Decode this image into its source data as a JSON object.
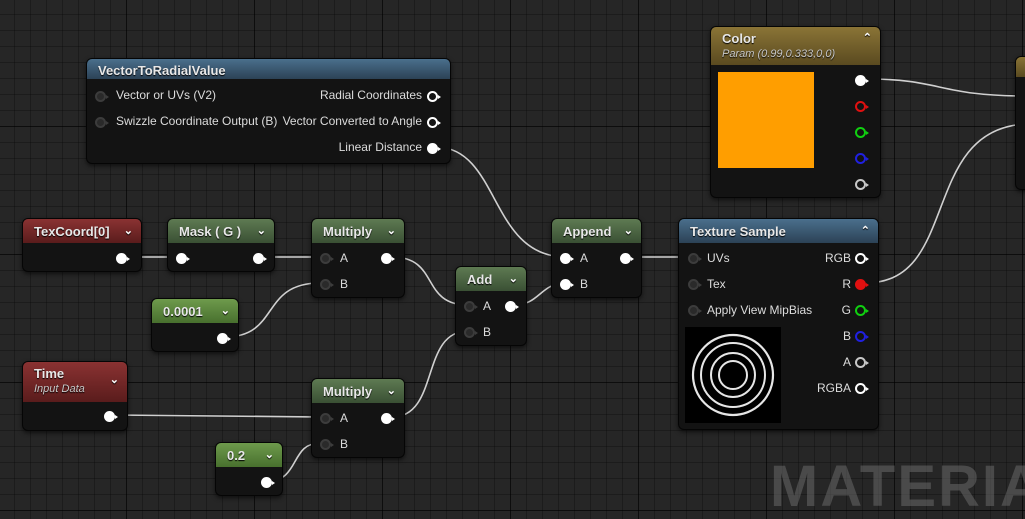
{
  "nodes": {
    "vector_to_radial": {
      "title": "VectorToRadialValue",
      "inputs": [
        "Vector or UVs (V2)",
        "Swizzle Coordinate Output (B)"
      ],
      "outputs": [
        "Radial Coordinates",
        "Vector Converted to Angle",
        "Linear Distance"
      ]
    },
    "color": {
      "title": "Color",
      "subtitle": "Param (0.99,0.333,0,0)",
      "swatch": "#ff9e00"
    },
    "texcoord": {
      "title": "TexCoord[0]"
    },
    "mask": {
      "title": "Mask ( G )"
    },
    "multiply_1": {
      "title": "Multiply",
      "in_a": "A",
      "in_b": "B"
    },
    "constant_1": {
      "title": "0.0001"
    },
    "add": {
      "title": "Add",
      "in_a": "A",
      "in_b": "B"
    },
    "append": {
      "title": "Append",
      "in_a": "A",
      "in_b": "B"
    },
    "texture_sample": {
      "title": "Texture Sample",
      "inputs": [
        "UVs",
        "Tex",
        "Apply View MipBias"
      ],
      "outputs": [
        "RGB",
        "R",
        "G",
        "B",
        "A",
        "RGBA"
      ]
    },
    "time": {
      "title": "Time",
      "subtitle": "Input Data"
    },
    "multiply_2": {
      "title": "Multiply",
      "in_a": "A",
      "in_b": "B"
    },
    "constant_2": {
      "title": "0.2"
    }
  },
  "watermark": "MATERIAL",
  "colors": {
    "wire": "#d8d8d8",
    "wire_red": "#e01010",
    "header_blue": "#3a5870",
    "header_green": "#4c6642",
    "header_red": "#742828",
    "header_gold": "#76622c",
    "swatch": "#ff9e00"
  }
}
